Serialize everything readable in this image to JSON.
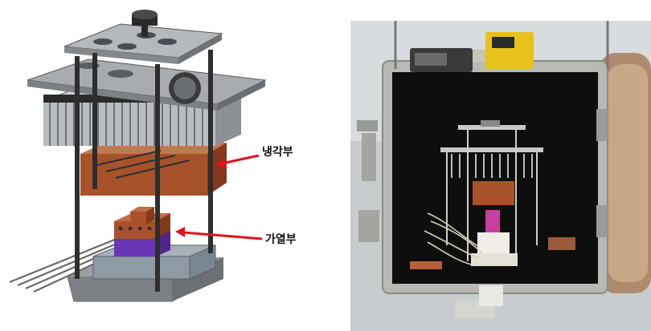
{
  "figure": {
    "labels": {
      "cooling_section": "냉각부",
      "heating_section": "가열부"
    },
    "colors": {
      "arrow": "#e0141a",
      "copper": "#a8522c",
      "heater_purple": "#6a36b8",
      "plate_gray": "#8c8f94",
      "rod_dark": "#2e2e2e",
      "chamber_black": "#0e0e0e",
      "chamber_steel": "#b8b8b4"
    },
    "panels": [
      {
        "name": "cad-rendering"
      },
      {
        "name": "chamber-photo"
      }
    ]
  }
}
